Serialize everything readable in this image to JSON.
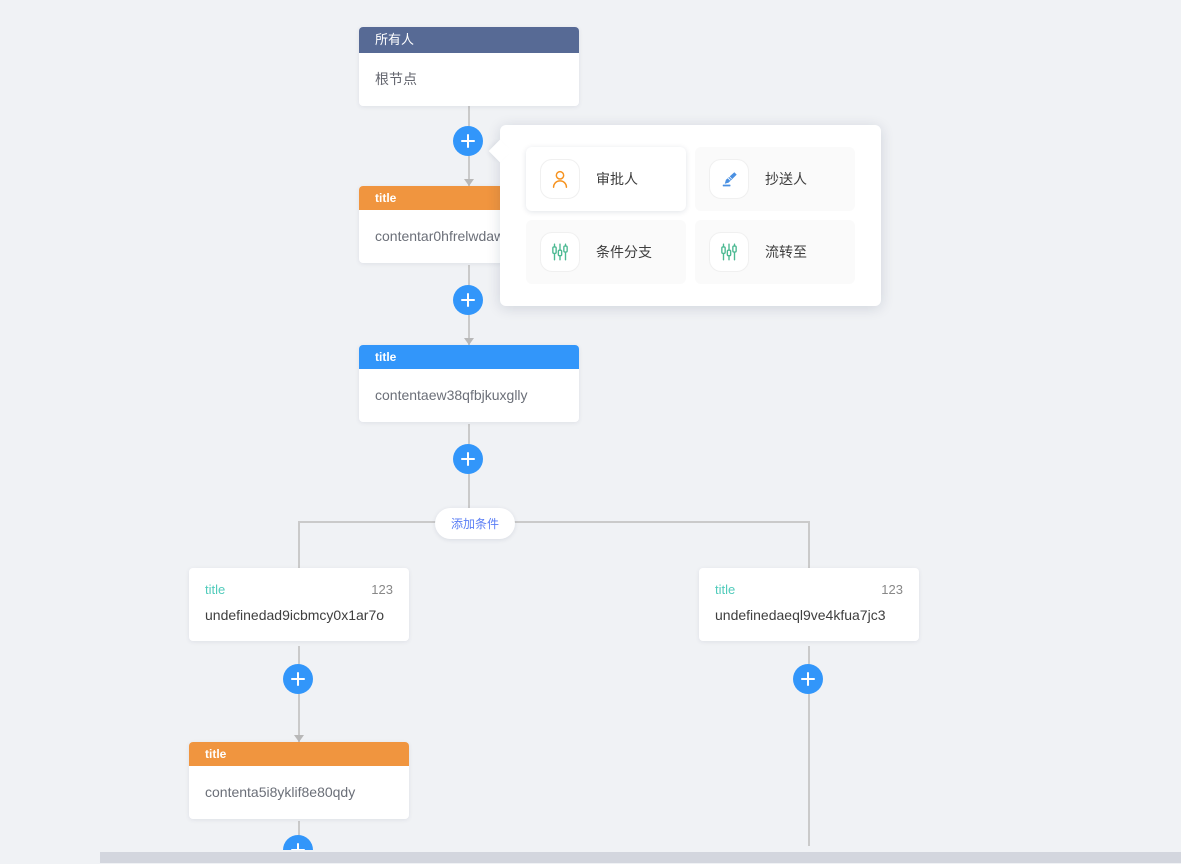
{
  "canvas": {
    "background_color": "#f0f2f5"
  },
  "nodes": {
    "root": {
      "header": "所有人",
      "content": "根节点",
      "header_color": "#576a95"
    },
    "approver_top": {
      "header": "title",
      "content": "contentar0hfrelwdaw",
      "header_color": "#f0953f"
    },
    "cc_node": {
      "header": "title",
      "content": "contentaew38qfbjkuxglly",
      "header_color": "#3296fa"
    },
    "condition_left": {
      "title": "title",
      "weight": "123",
      "content": "undefinedad9icbmcy0x1ar7o",
      "title_color": "#51cbbb"
    },
    "condition_right": {
      "title": "title",
      "weight": "123",
      "content": "undefinedaeql9ve4kfua7jc3",
      "title_color": "#51cbbb"
    },
    "approver_branch": {
      "header": "title",
      "content": "contenta5i8yklif8e80qdy",
      "header_color": "#f0953f"
    }
  },
  "add_condition": {
    "label": "添加条件",
    "text_color": "#5a7ef5"
  },
  "popup": {
    "items": [
      {
        "label": "审批人",
        "icon": "person-icon",
        "icon_color": "#f6921e",
        "active": true
      },
      {
        "label": "抄送人",
        "icon": "marker-icon",
        "icon_color": "#4a90e2",
        "active": false
      },
      {
        "label": "条件分支",
        "icon": "sliders-icon",
        "icon_color": "#4cb992",
        "active": false
      },
      {
        "label": "流转至",
        "icon": "sliders-icon",
        "icon_color": "#4cb992",
        "active": false
      }
    ]
  },
  "plus_buttons": {
    "label": "+",
    "color": "#3296fa"
  }
}
